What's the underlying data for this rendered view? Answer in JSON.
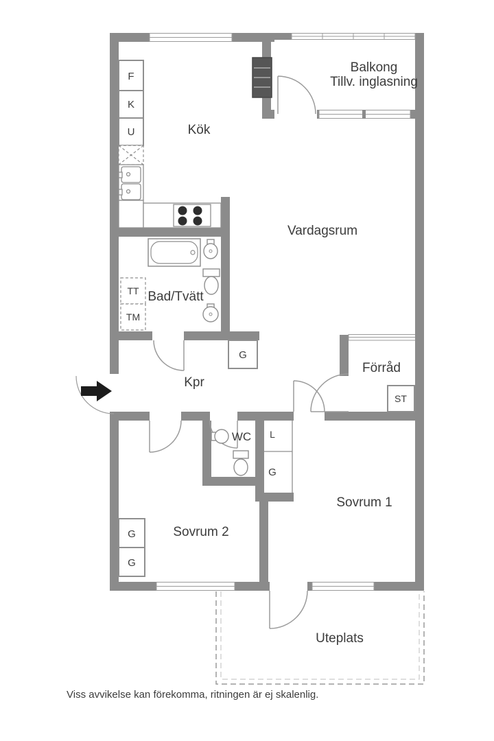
{
  "page": {
    "footer_disclaimer": "Viss avvikelse kan förekomma, ritningen är ej skalenlig."
  },
  "rooms": {
    "balcony_line1": "Balkong",
    "balcony_line2": "Tillv. inglasning",
    "kitchen": "Kök",
    "living_room": "Vardagsrum",
    "bathroom": "Bad/Tvätt",
    "hallway": "Kpr",
    "storage": "Förråd",
    "wc": "WC",
    "bedroom1": "Sovrum 1",
    "bedroom2": "Sovrum 2",
    "patio": "Uteplats"
  },
  "fixtures": {
    "freezer": "F",
    "fridge": "K",
    "oven": "U",
    "dryer": "TT",
    "washing_machine": "TM",
    "hall_wardrobe": "G",
    "storage_cabinet": "ST",
    "linen_closet": "L",
    "closet_wardrobe": "G",
    "bedroom2_wardrobe_top": "G",
    "bedroom2_wardrobe_bottom": "G"
  },
  "colors": {
    "wall": "#8b8b8b",
    "line": "#9b9b9b",
    "fixture": "#8f8f8f",
    "text": "#3c3c3c",
    "arrow": "#1c1c1c"
  }
}
